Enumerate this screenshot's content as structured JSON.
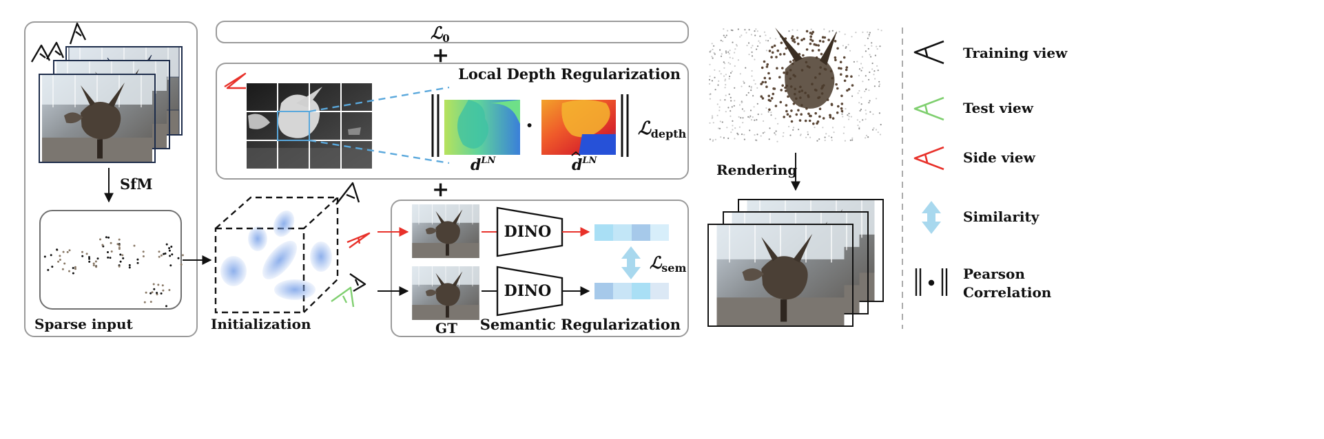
{
  "labels": {
    "sfm": "SfM",
    "sparse_input": "Sparse input",
    "initialization": "Initialization",
    "loss_zero": "ℒ",
    "loss_zero_sub": "0",
    "plus": "+",
    "local_depth": "Local Depth Regularization",
    "loss_depth": "ℒ",
    "loss_depth_sub": "depth",
    "d_ln": "d",
    "d_ln_sup": "LN",
    "d_hat_ln": "d",
    "d_hat_ln_sup": "LN",
    "dot": "·",
    "dino": "DINO",
    "gt": "GT",
    "loss_sem": "ℒ",
    "loss_sem_sub": "sem",
    "semantic_reg": "Semantic Regularization",
    "rendering": "Rendering"
  },
  "legend": [
    {
      "icon": "training-view-icon",
      "label": "Training view",
      "color": "#111111"
    },
    {
      "icon": "test-view-icon",
      "label": "Test view",
      "color": "#7fcf6f"
    },
    {
      "icon": "side-view-icon",
      "label": "Side view",
      "color": "#e8312a"
    },
    {
      "icon": "similarity-arrow-icon",
      "label": "Similarity",
      "color": "#a8d8ee"
    },
    {
      "icon": "pearson-icon",
      "label": "Pearson",
      "label2": "Correlation",
      "color": "#111111"
    }
  ],
  "colors": {
    "box_stroke": "#9a9a9a",
    "side_view": "#e8312a",
    "test_view": "#7fcf6f",
    "dashed_blue": "#5aa8dc",
    "gaussian": "#7aa2e8",
    "feat_a": [
      "#a9dff5",
      "#c2e6f7",
      "#a6c9ea",
      "#d7eefa"
    ],
    "feat_b": [
      "#a6c9ea",
      "#c8e4f6",
      "#a9dff5",
      "#dbe8f5"
    ]
  }
}
